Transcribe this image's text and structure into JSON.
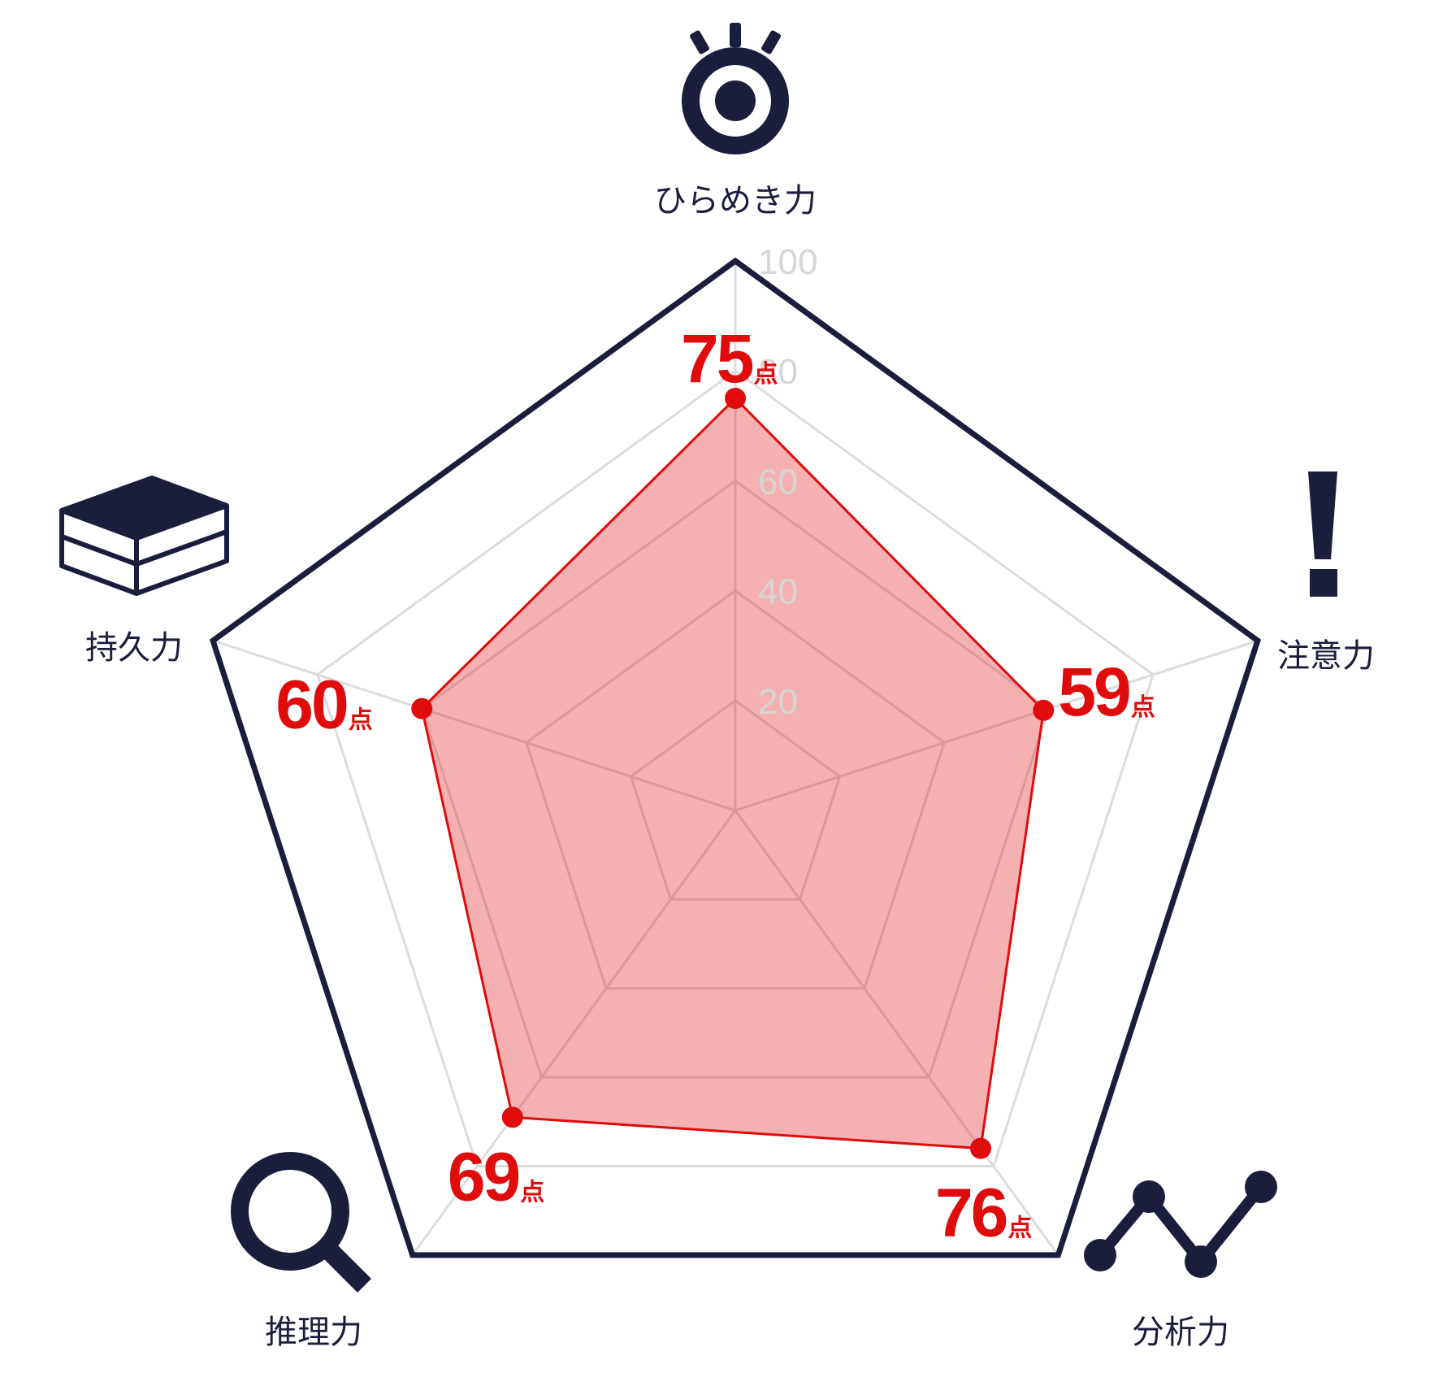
{
  "chart_data": {
    "type": "radar",
    "axes": [
      "ひらめき力",
      "注意力",
      "分析力",
      "推理力",
      "持久力"
    ],
    "values": [
      75,
      59,
      76,
      69,
      60
    ],
    "value_unit": "点",
    "range": [
      0,
      100
    ],
    "ticks": [
      20,
      40,
      60,
      80,
      100
    ],
    "colors": {
      "outline": "#1b1d3c",
      "series": "#e00c0c",
      "fill": "#f2b1b2",
      "grid": "#dcdcdc",
      "icon": "#1b1d3c"
    },
    "icons": [
      "idea-eye-icon",
      "exclamation-icon",
      "line-graph-icon",
      "magnifier-icon",
      "book-stack-icon"
    ]
  }
}
